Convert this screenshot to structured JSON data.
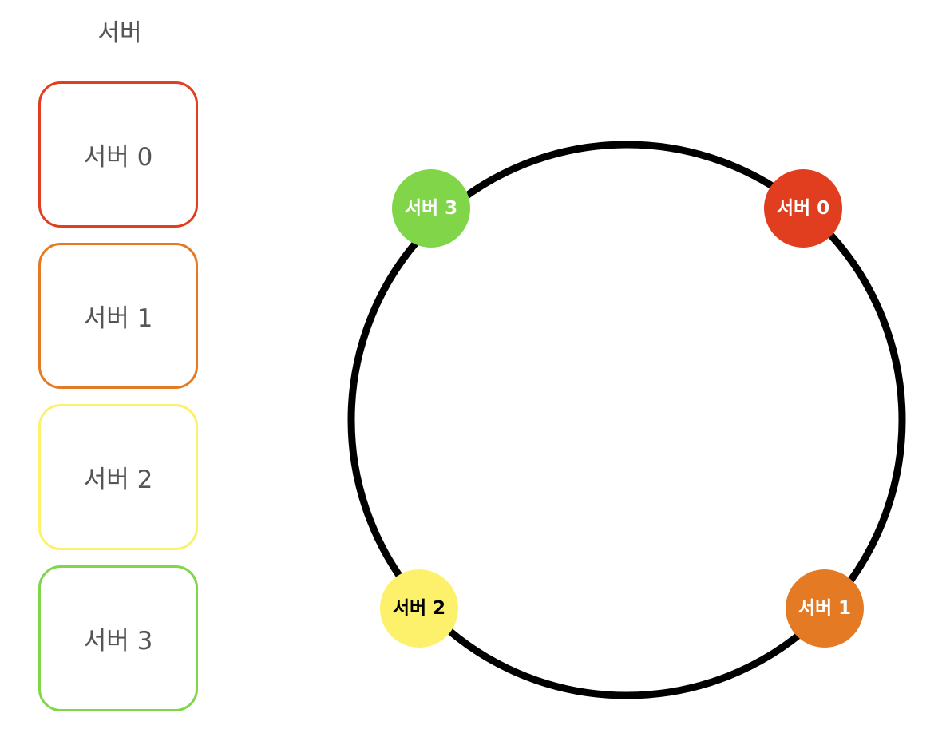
{
  "column_title": "서버",
  "servers": [
    {
      "label": "서버 0",
      "color": "#e03e1e",
      "text_color": "#ffffff"
    },
    {
      "label": "서버 1",
      "color": "#e47b24",
      "text_color": "#ffffff"
    },
    {
      "label": "서버 2",
      "color": "#fdf06b",
      "text_color": "#000000"
    },
    {
      "label": "서버 3",
      "color": "#80d548",
      "text_color": "#ffffff"
    }
  ],
  "ring": {
    "stroke_color": "#000000"
  }
}
